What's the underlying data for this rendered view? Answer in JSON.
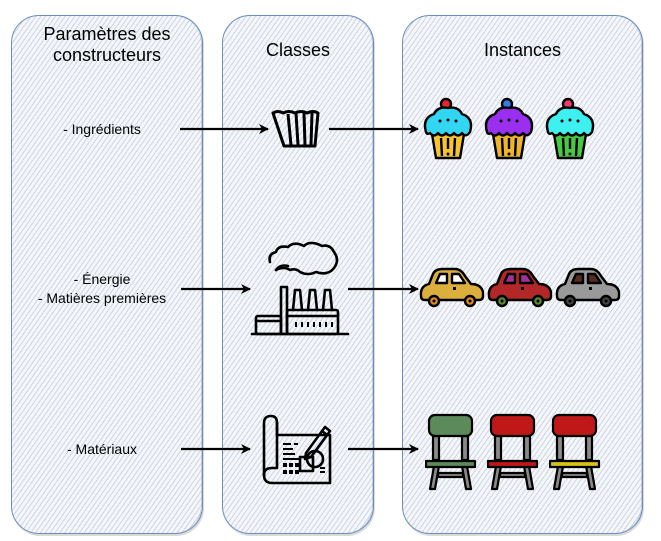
{
  "columns": {
    "params": {
      "title": "Paramètres des constructeurs"
    },
    "classes": {
      "title": "Classes"
    },
    "instances": {
      "title": "Instances"
    }
  },
  "rows": [
    {
      "params": [
        "- Ingrédients"
      ],
      "class_icon": "cupcake-mold-icon",
      "instance_icon": "cupcake-icon",
      "instances": [
        {
          "frosting": "#33d6f2",
          "cherry": "#e8272c",
          "cup": "#f5c531"
        },
        {
          "frosting": "#9b2ff0",
          "cherry": "#2f7fe6",
          "cup": "#ecb52a"
        },
        {
          "frosting": "#3ef0f0",
          "cherry": "#f0386b",
          "cup": "#48c943"
        }
      ]
    },
    {
      "params": [
        "- Énergie",
        "- Matières premières"
      ],
      "class_icon": "factory-icon",
      "instance_icon": "car-icon",
      "instances": [
        {
          "body": "#dcae3c",
          "window": "#ffffff",
          "wheel": "#e08a26"
        },
        {
          "body": "#b22828",
          "window": "#a0329a",
          "wheel": "#5a8a32"
        },
        {
          "body": "#9a9a9a",
          "window": "#5a2a22",
          "wheel": "#444444"
        }
      ]
    },
    {
      "params": [
        "- Matériaux"
      ],
      "class_icon": "blueprint-icon",
      "instance_icon": "chair-icon",
      "instances": [
        {
          "back": "#5c8a5a",
          "seat": "#5c8a5a"
        },
        {
          "back": "#c01818",
          "seat": "#c01818"
        },
        {
          "back": "#c01818",
          "seat": "#d6c21a"
        }
      ]
    }
  ],
  "colors": {
    "border": "#6c8ebf",
    "arrow": "#000000"
  }
}
